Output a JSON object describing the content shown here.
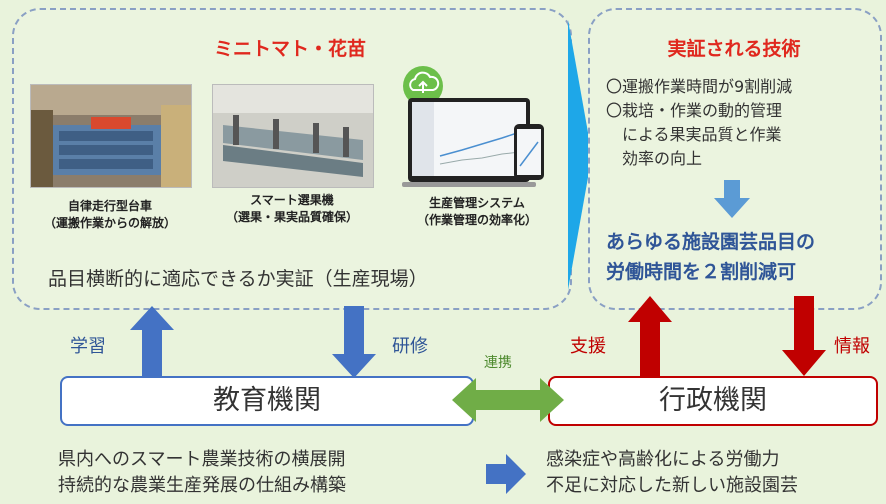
{
  "demo": {
    "title": "ミニトマト・花苗",
    "items": [
      {
        "name": "自律走行型台車",
        "sub": "（運搬作業からの解放）"
      },
      {
        "name": "スマート選果機",
        "sub": "（選果・果実品質確保）"
      },
      {
        "name": "生産管理システム",
        "sub": "（作業管理の効率化）"
      }
    ],
    "footer": "品目横断的に適応できるか実証（生産現場）"
  },
  "tech": {
    "title": "実証される技術",
    "lines": [
      "〇運搬作業時間が9割削減",
      "〇栽培・作業の動的管理",
      "　による果実品質と作業",
      "　効率の向上"
    ],
    "result_line1": "あらゆる施設園芸品目の",
    "result_line2": "労働時間を２割削減可"
  },
  "arrows": {
    "learn": "学習",
    "training": "研修",
    "cooperation": "連携",
    "support": "支援",
    "info": "情報"
  },
  "orgs": {
    "education": "教育機関",
    "administration": "行政機関"
  },
  "bottom": {
    "left_line1": "県内へのスマート農業技術の横展開",
    "left_line2": "持続的な農業生産発展の仕組み構築",
    "right_line1": "感染症や高齢化による労働力",
    "right_line2": "不足に対応した新しい施設園芸"
  },
  "colors": {
    "red": "#e0281e",
    "blue": "#4472c4",
    "dark_red": "#c00000",
    "green": "#70ad47",
    "navy": "#2f5597",
    "cyan": "#1ea7e8"
  }
}
